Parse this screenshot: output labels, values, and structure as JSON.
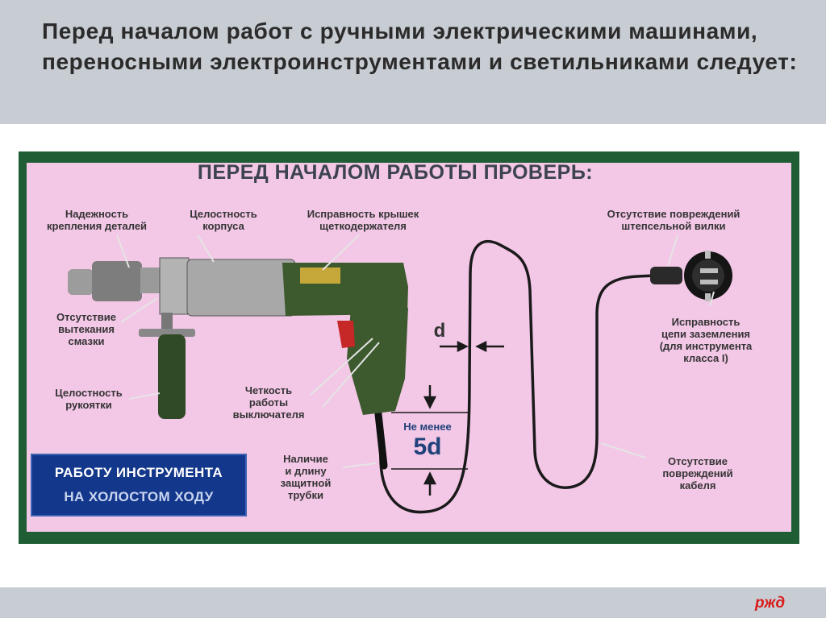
{
  "header": {
    "title": "Перед началом работ с ручными электрическими машинами, переносными электроинструментами и светильниками следует:"
  },
  "poster": {
    "heading": "ПЕРЕД НАЧАЛОМ РАБОТЫ ПРОВЕРЬ:",
    "labels": {
      "fastening": "Надежность\nкрепления деталей",
      "housing": "Целостность\nкорпуса",
      "brush_covers": "Исправность крышек\nщеткодержателя",
      "plug": "Отсутствие повреждений\nштепсельной вилки",
      "grease": "Отсутствие\nвытекания\nсмазки",
      "grounding": "Исправность\nцепи заземления\n(для инструмента\nкласса I)",
      "handle": "Целостность\nрукоятки",
      "switch": "Четкость\nработы\nвыключателя",
      "tube": "Наличие\nи длину\nзащитной\nтрубки",
      "cable": "Отсутствие\nповреждений\nкабеля",
      "d": "d",
      "not_less": "Не менее",
      "five_d": "5d"
    },
    "idle_box": {
      "line1": "РАБОТУ ИНСТРУМЕНТА",
      "line2": "НА ХОЛОСТОМ ХОДУ"
    }
  },
  "footer": {
    "logo_text": "ржд"
  },
  "colors": {
    "header_bg": "#c8ccd3",
    "poster_frame": "#1f5e34",
    "poster_bg": "#f3c7e6",
    "drill_body": "#3d5a2e",
    "idle_box_bg": "#13378a",
    "logo_red": "#d81c1c"
  },
  "icons": [
    "drill-illustration",
    "plug-icon",
    "arrow-icon",
    "rzd-logo"
  ]
}
